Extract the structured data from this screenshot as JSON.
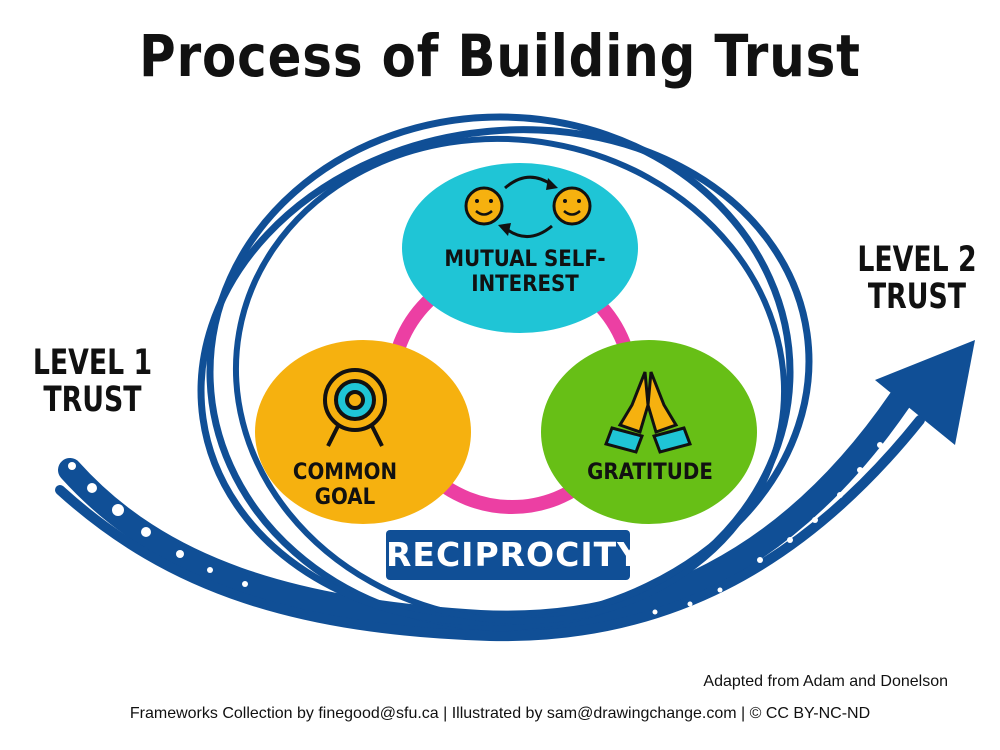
{
  "title": "Process of Building Trust",
  "levels": {
    "level1": "LEVEL 1 TRUST",
    "level2": "LEVEL 2 TRUST"
  },
  "nodes": {
    "mutual": "MUTUAL SELF-INTEREST",
    "goal": "COMMON GOAL",
    "gratitude": "GRATITUDE"
  },
  "reciprocity": "RECIPROCITY",
  "credits": {
    "adapted": "Adapted from Adam and Donelson",
    "collection": "Frameworks Collection by finegood@sfu.ca | Illustrated by sam@drawingchange.com | © CC BY-NC-ND"
  },
  "colors": {
    "navy": "#104f96",
    "cyan": "#1fc5d6",
    "orange": "#f6b10f",
    "green": "#67bf16",
    "pink": "#ec3fa3"
  },
  "icons": {
    "mutual": "two-smiley-faces-exchange-icon",
    "goal": "target-icon",
    "gratitude": "praying-hands-icon"
  }
}
